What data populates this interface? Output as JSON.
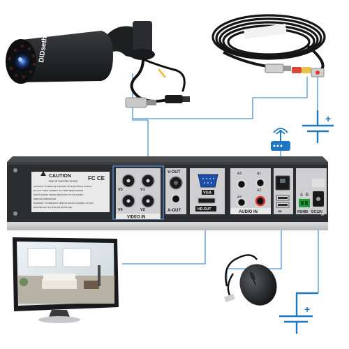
{
  "camera": {
    "brand": "DIDseth"
  },
  "dvr": {
    "caution_title": "CAUTION",
    "caution_subtitle": "RISK OF ELECTRIC SHOCK",
    "caution_lines": [
      "CAUTION: TO REDUCE THE RISK OF ELECTRICAL SHOCK,",
      "DO NOT OPEN COVERS. NO USER SERVICEABLE",
      "PARTS INSIDE. REFER SERVICING TO QUALIFIED",
      "SERVICE PERSONNEL.",
      "WARNING: TO PREVENT FIRE OR SHOCK HAZARD, DO NOT",
      "EXPOSE UNIT TO RAIN OR MOISTURE."
    ],
    "video_in_channels": [
      "V3",
      "V1",
      "V4",
      "V2"
    ],
    "video_in_label": "VIDEO IN",
    "v_out_label": "V-OUT",
    "a_out_label": "A-OUT",
    "vga_label": "VGA",
    "hd_out_label": "HD-OUT",
    "audio_in_channels": [
      "A3",
      "A1",
      "A4",
      "A2"
    ],
    "audio_in_label": "AUDIO IN",
    "rs485_label": "RS485",
    "dc_label": "DC12V",
    "ab_labels": [
      "A",
      "B"
    ]
  },
  "power_symbols": [
    "+",
    "+"
  ],
  "colors": {
    "connector_line": "#6fa8dc",
    "highlight_box": "#4a86c5",
    "power_symbol": "#1f77c0",
    "router_icon": "#1f77c0",
    "dvr_body": "#2b2d30"
  }
}
